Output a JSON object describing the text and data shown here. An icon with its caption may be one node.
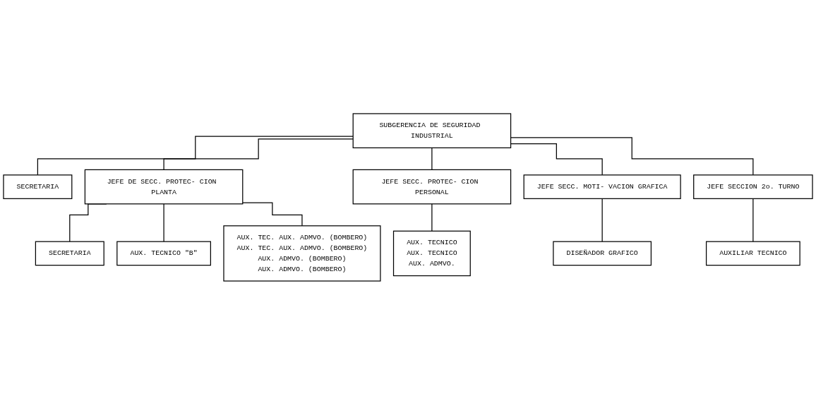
{
  "diagram": {
    "nodes": [
      {
        "text": [
          "SUBGERENCIA DE SEGURIDAD INDUSTRIAL"
        ]
      },
      {
        "text": [
          "SECRETARIA"
        ]
      },
      {
        "text": [
          "JEFE DE SECC. PROTEC- CION PLANTA"
        ]
      },
      {
        "text": [
          "JEFE SECC. PROTEC- CION PERSONAL"
        ]
      },
      {
        "text": [
          "JEFE SECC. MOTI- VACION GRAFICA"
        ]
      },
      {
        "text": [
          "JEFE SECCION 2o. TURNO"
        ]
      },
      {
        "text": [
          "SECRETARIA"
        ]
      },
      {
        "text": [
          "AUX. TECNICO \"B\""
        ]
      },
      {
        "text": [
          "AUX. TEC. AUX. ADMVO. (BOMBERO)",
          "AUX. TEC. AUX. ADMVO. (BOMBERO)",
          "AUX. ADMVO. (BOMBERO)",
          "AUX. ADMVO. (BOMBERO)"
        ]
      },
      {
        "text": [
          "AUX. TECNICO",
          "AUX. TECNICO",
          "AUX. ADMVO."
        ]
      },
      {
        "text": [
          "DISEÑADOR GRAFICO"
        ]
      },
      {
        "text": [
          "AUXILIAR TECNICO"
        ]
      }
    ],
    "edges": [
      {
        "from": 0,
        "to": 1,
        "arrow": "none"
      },
      {
        "from": 0,
        "to": 2,
        "arrow": "none"
      },
      {
        "from": 0,
        "to": 3,
        "arrow": "none"
      },
      {
        "from": 0,
        "to": 4,
        "arrow": "none"
      },
      {
        "from": 0,
        "to": 5,
        "arrow": "none"
      },
      {
        "from": 2,
        "to": 6,
        "arrow": "none"
      },
      {
        "from": 2,
        "to": 7,
        "arrow": "none"
      },
      {
        "from": 2,
        "to": 8,
        "arrow": "none"
      },
      {
        "from": 3,
        "to": 9,
        "arrow": "none"
      },
      {
        "from": 4,
        "to": 10,
        "arrow": "none"
      },
      {
        "from": 5,
        "to": 11,
        "arrow": "none"
      }
    ]
  }
}
